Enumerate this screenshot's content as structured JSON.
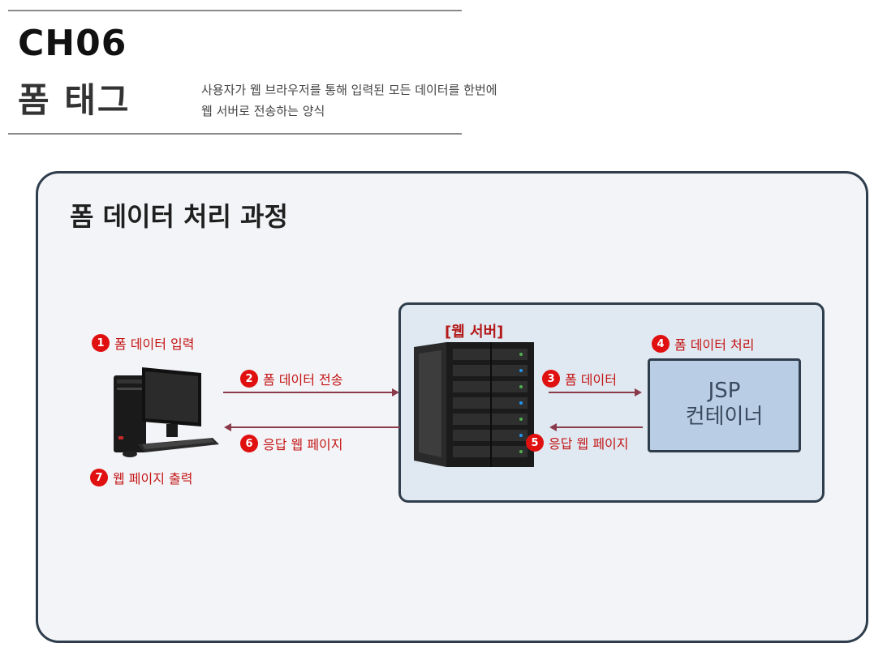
{
  "header": {
    "chapter": "CH06",
    "subtitle": "폼 태그",
    "description_line1": "사용자가 웹 브라우저를 통해 입력된 모든 데이터를 한번에",
    "description_line2": "웹 서버로 전송하는 양식"
  },
  "diagram": {
    "title": "폼 데이터 처리 과정",
    "server_label": "[웹 서버]",
    "container": {
      "line1": "JSP",
      "line2": "컨테이너"
    },
    "steps": [
      {
        "num": "1",
        "label": "폼 데이터 입력"
      },
      {
        "num": "2",
        "label": "폼 데이터 전송"
      },
      {
        "num": "3",
        "label": "폼 데이터"
      },
      {
        "num": "4",
        "label": "폼 데이터 처리"
      },
      {
        "num": "5",
        "label": "응답 웹 페이지"
      },
      {
        "num": "6",
        "label": "응답 웹 페이지"
      },
      {
        "num": "7",
        "label": "웹 페이지 출력"
      }
    ]
  },
  "colors": {
    "accent_red": "#e01010",
    "label_red": "#c41414",
    "border_dark": "#2f3d4c",
    "arrow": "#8a3a4a",
    "container_fill": "#b9cee5",
    "server_area_fill": "#e0e9f1"
  },
  "icons": {
    "client": "desktop-computer-icon",
    "server": "server-rack-icon"
  }
}
